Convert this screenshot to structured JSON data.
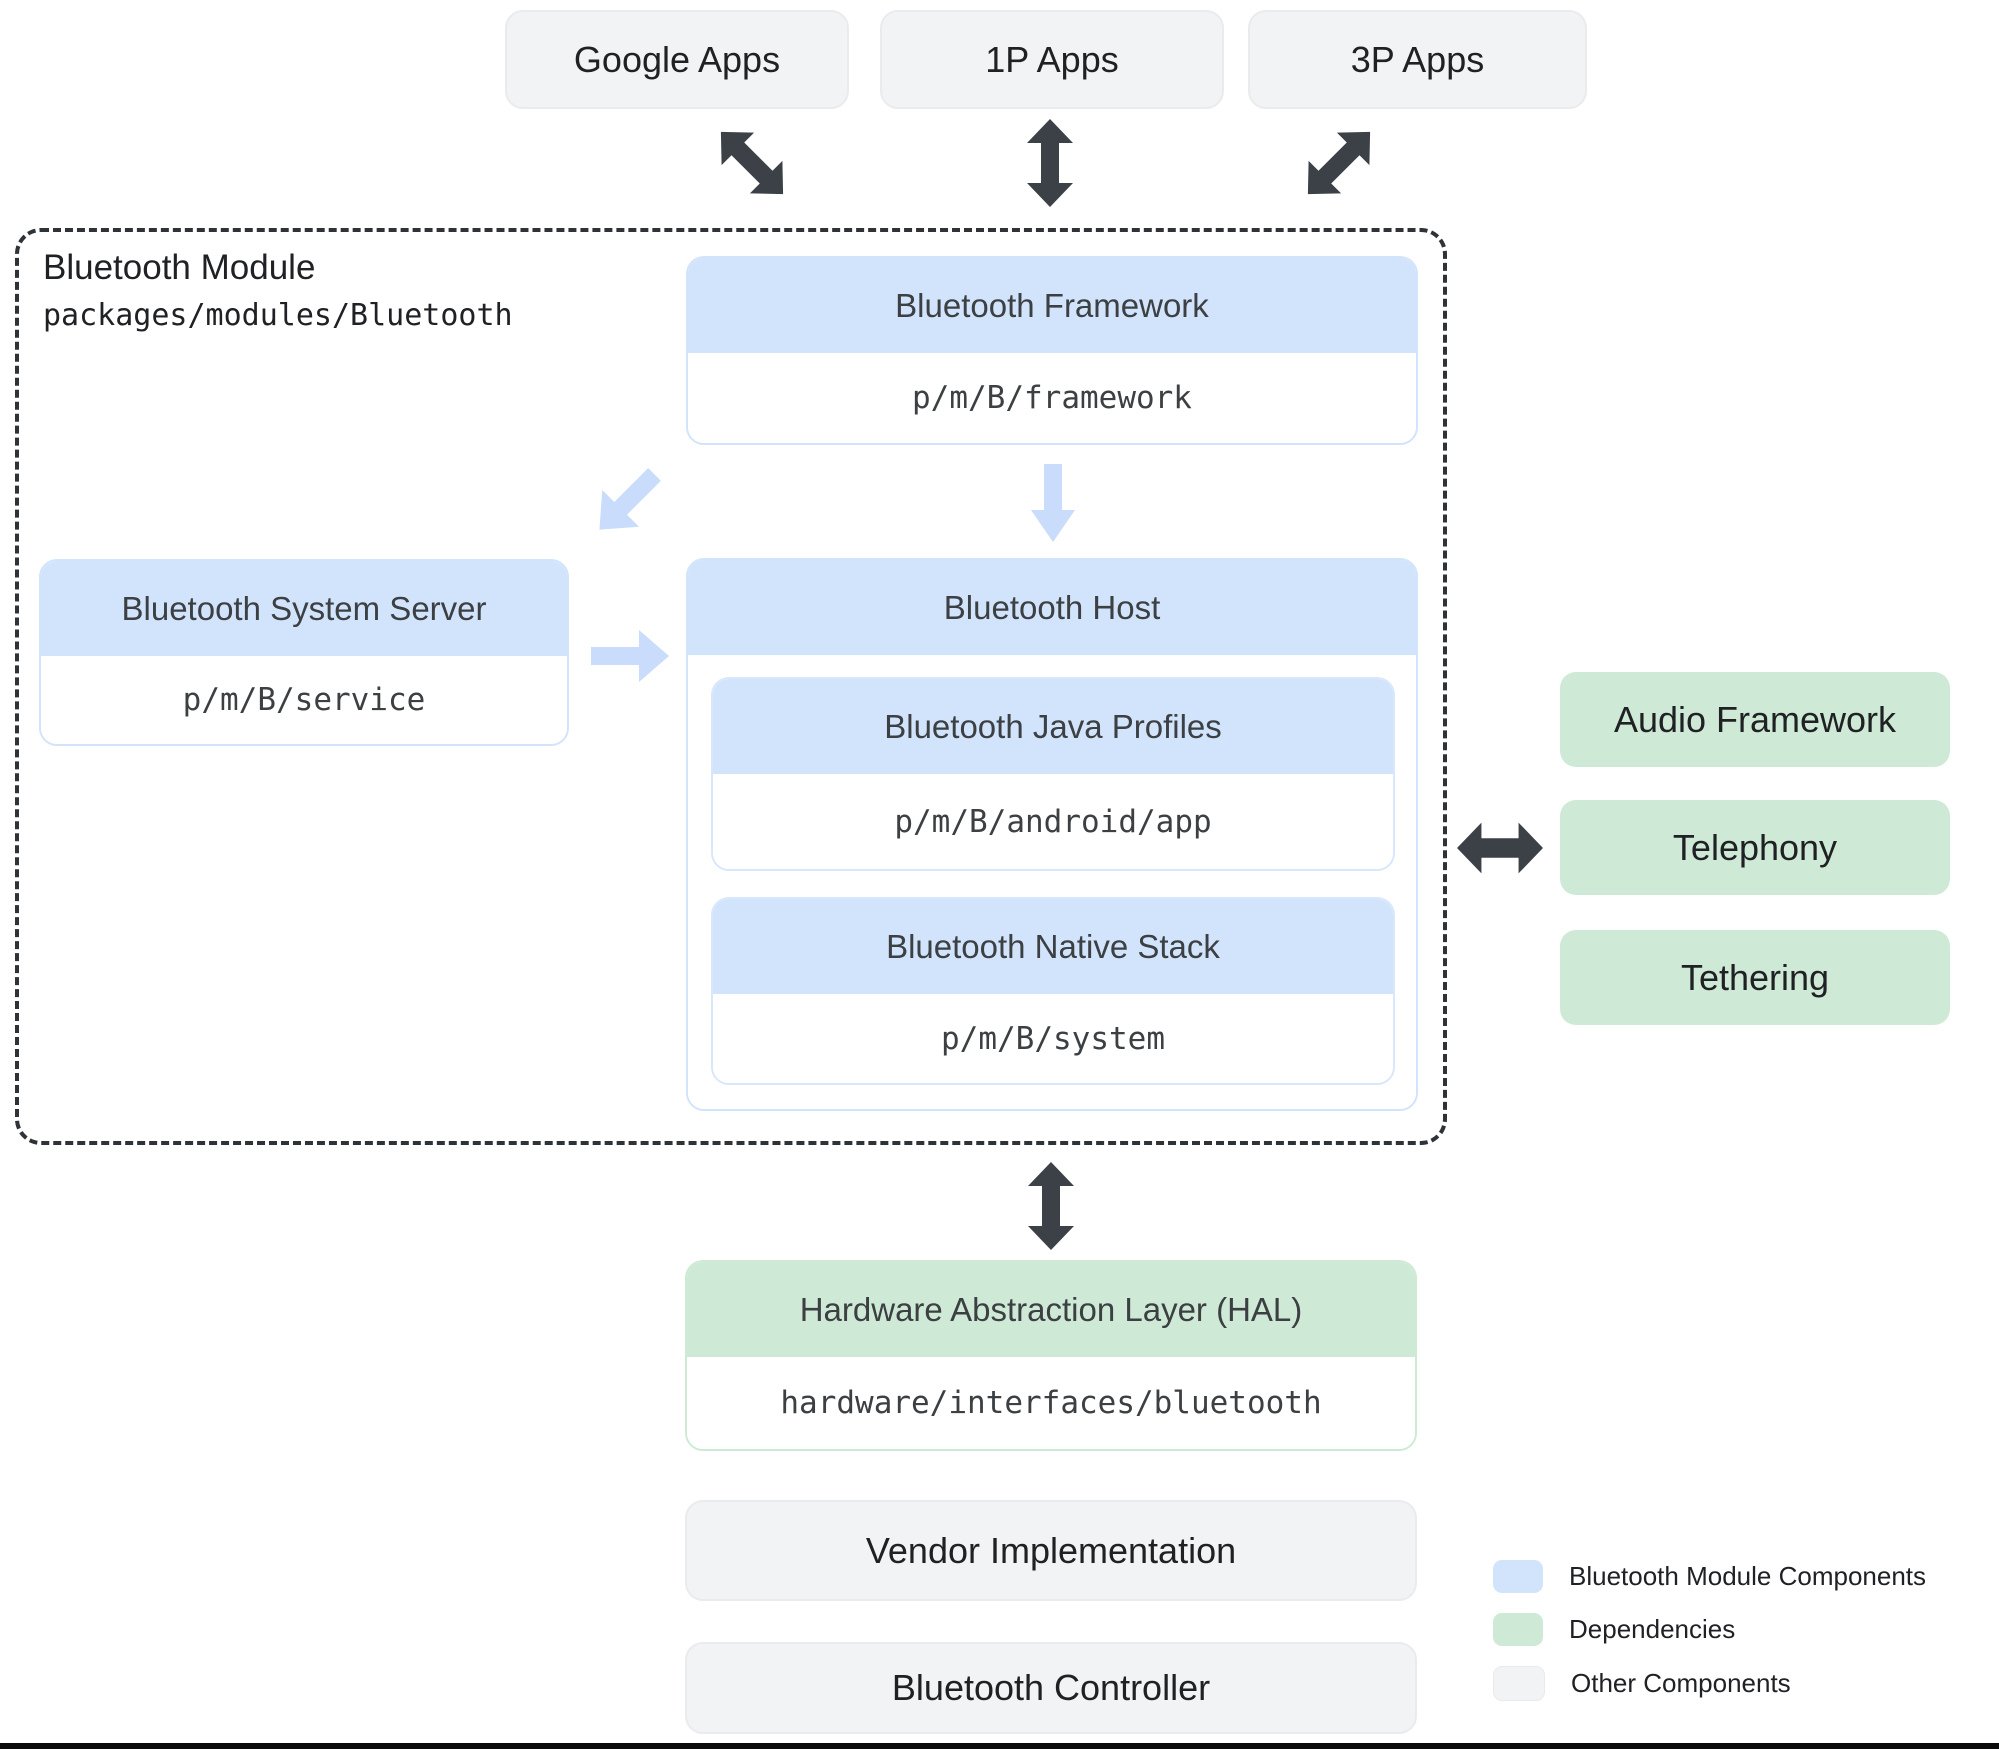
{
  "top_apps": [
    {
      "label": "Google Apps"
    },
    {
      "label": "1P Apps"
    },
    {
      "label": "3P Apps"
    }
  ],
  "module": {
    "title": "Bluetooth Module",
    "path": "packages/modules/Bluetooth",
    "framework": {
      "title": "Bluetooth Framework",
      "path": "p/m/B/framework"
    },
    "system_server": {
      "title": "Bluetooth System Server",
      "path": "p/m/B/service"
    },
    "host": {
      "title": "Bluetooth Host",
      "java_profiles": {
        "title": "Bluetooth Java Profiles",
        "path": "p/m/B/android/app"
      },
      "native_stack": {
        "title": "Bluetooth Native Stack",
        "path": "p/m/B/system"
      }
    }
  },
  "dependencies": [
    {
      "label": "Audio Framework"
    },
    {
      "label": "Telephony"
    },
    {
      "label": "Tethering"
    }
  ],
  "hal": {
    "title": "Hardware Abstraction Layer (HAL)",
    "path": "hardware/interfaces/bluetooth"
  },
  "other_components": [
    {
      "label": "Vendor Implementation"
    },
    {
      "label": "Bluetooth Controller"
    }
  ],
  "legend": [
    {
      "label": "Bluetooth Module Components",
      "color": "#d2e3fc"
    },
    {
      "label": "Dependencies",
      "color": "#ceead6"
    },
    {
      "label": "Other Components",
      "color": "#f1f3f4"
    }
  ],
  "colors": {
    "module_component_fill": "#d2e3fc",
    "dependency_fill": "#ceead6",
    "other_fill": "#f1f3f4",
    "dark_arrow": "#3c4148",
    "light_arrow": "#c9dcfb",
    "text_dark": "#202124",
    "text_header": "#3c4043"
  }
}
